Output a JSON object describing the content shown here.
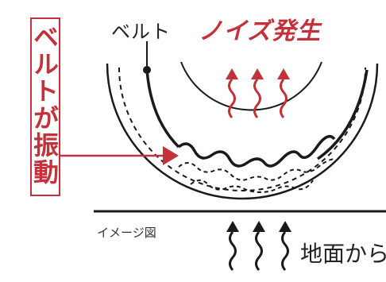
{
  "labels": {
    "belt": "ベルト",
    "noise": "ノイズ発生",
    "vibration": "ベルトが振動",
    "image_note": "イメージ図",
    "ground": "地面から"
  },
  "colors": {
    "accent": "#c3323a",
    "line": "#1a1a1a"
  },
  "icons": {
    "red_arrows": "wavy-arrow-up-icon",
    "black_arrows": "wavy-arrow-up-icon",
    "pointer": "arrow-right-icon"
  }
}
